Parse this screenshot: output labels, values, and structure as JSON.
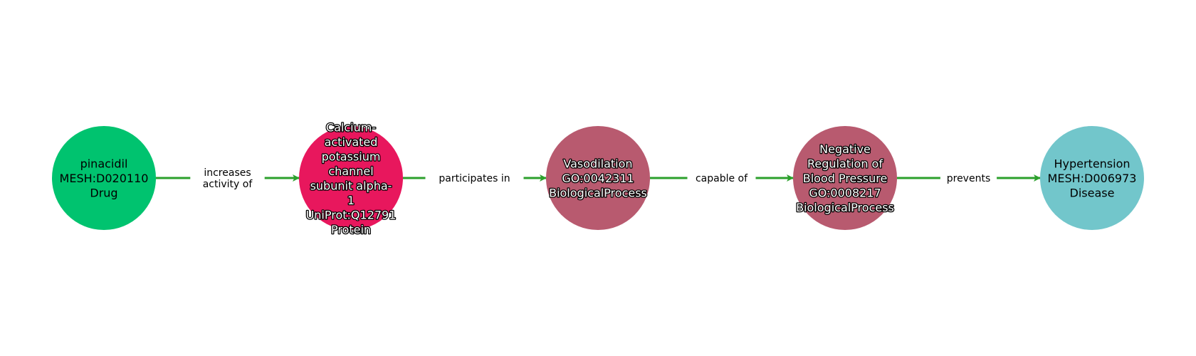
{
  "graph": {
    "edge_color": "#2ca02c",
    "nodes": [
      {
        "id": "n1",
        "lines": [
          "pinacidil",
          "MESH:D020110",
          "Drug"
        ],
        "color": "#00c36f",
        "text_style": "dark"
      },
      {
        "id": "n2",
        "lines": [
          "Calcium-",
          "activated",
          "potassium",
          "channel",
          "subunit alpha-",
          "1",
          "UniProt:Q12791",
          "Protein"
        ],
        "color": "#e8175d",
        "text_style": "light"
      },
      {
        "id": "n3",
        "lines": [
          "Vasodilation",
          "GO:0042311",
          "BiologicalProcess"
        ],
        "color": "#b85a6f",
        "text_style": "light"
      },
      {
        "id": "n4",
        "lines": [
          "Negative",
          "Regulation of",
          "Blood Pressure",
          "GO:0008217",
          "BiologicalProcess"
        ],
        "color": "#b85a6f",
        "text_style": "light"
      },
      {
        "id": "n5",
        "lines": [
          "Hypertension",
          "MESH:D006973",
          "Disease"
        ],
        "color": "#72c6cb",
        "text_style": "dark"
      }
    ],
    "edges": [
      {
        "from": "n1",
        "to": "n2",
        "label_lines": [
          "increases",
          "activity of"
        ]
      },
      {
        "from": "n2",
        "to": "n3",
        "label_lines": [
          "participates in"
        ]
      },
      {
        "from": "n3",
        "to": "n4",
        "label_lines": [
          "capable of"
        ]
      },
      {
        "from": "n4",
        "to": "n5",
        "label_lines": [
          "prevents"
        ]
      }
    ]
  }
}
